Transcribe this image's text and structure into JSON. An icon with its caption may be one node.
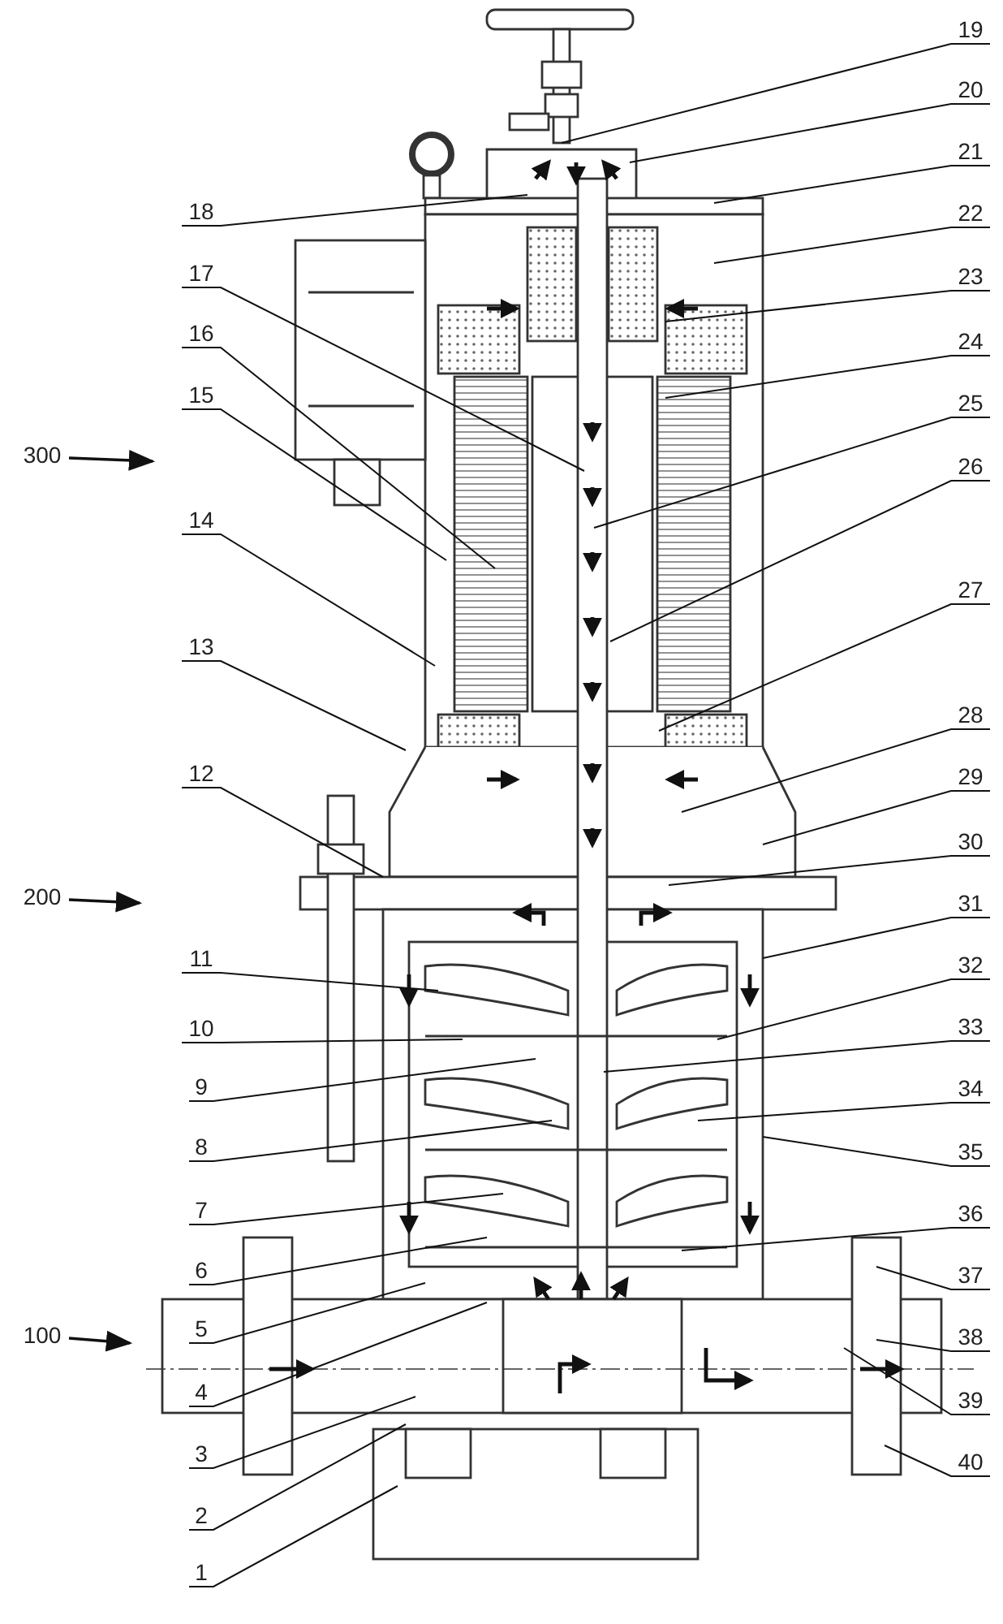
{
  "diagram": {
    "nodes": [
      {
        "text": [
          "1"
        ]
      },
      {
        "text": [
          "2"
        ]
      },
      {
        "text": [
          "3"
        ]
      },
      {
        "text": [
          "4"
        ]
      },
      {
        "text": [
          "5"
        ]
      },
      {
        "text": [
          "6"
        ]
      },
      {
        "text": [
          "7"
        ]
      },
      {
        "text": [
          "8"
        ]
      },
      {
        "text": [
          "9"
        ]
      },
      {
        "text": [
          "10"
        ]
      },
      {
        "text": [
          "11"
        ]
      },
      {
        "text": [
          "12"
        ]
      },
      {
        "text": [
          "13"
        ]
      },
      {
        "text": [
          "14"
        ]
      },
      {
        "text": [
          "15"
        ]
      },
      {
        "text": [
          "16"
        ]
      },
      {
        "text": [
          "17"
        ]
      },
      {
        "text": [
          "18"
        ]
      },
      {
        "text": [
          "19"
        ]
      },
      {
        "text": [
          "20"
        ]
      },
      {
        "text": [
          "21"
        ]
      },
      {
        "text": [
          "22"
        ]
      },
      {
        "text": [
          "23"
        ]
      },
      {
        "text": [
          "24"
        ]
      },
      {
        "text": [
          "25"
        ]
      },
      {
        "text": [
          "26"
        ]
      },
      {
        "text": [
          "27"
        ]
      },
      {
        "text": [
          "28"
        ]
      },
      {
        "text": [
          "29"
        ]
      },
      {
        "text": [
          "30"
        ]
      },
      {
        "text": [
          "31"
        ]
      },
      {
        "text": [
          "32"
        ]
      },
      {
        "text": [
          "33"
        ]
      },
      {
        "text": [
          "34"
        ]
      },
      {
        "text": [
          "35"
        ]
      },
      {
        "text": [
          "36"
        ]
      },
      {
        "text": [
          "37"
        ]
      },
      {
        "text": [
          "38"
        ]
      },
      {
        "text": [
          "39"
        ]
      },
      {
        "text": [
          "40"
        ]
      },
      {
        "text": [
          "100"
        ]
      },
      {
        "text": [
          "200"
        ]
      },
      {
        "text": [
          "300"
        ]
      }
    ],
    "edges": [
      {
        "from": 0,
        "to": null,
        "arrow": "none"
      },
      {
        "from": 1,
        "to": null,
        "arrow": "none"
      },
      {
        "from": 2,
        "to": null,
        "arrow": "none"
      },
      {
        "from": 3,
        "to": null,
        "arrow": "none"
      },
      {
        "from": 4,
        "to": null,
        "arrow": "none"
      },
      {
        "from": 5,
        "to": null,
        "arrow": "none"
      },
      {
        "from": 6,
        "to": null,
        "arrow": "none"
      },
      {
        "from": 7,
        "to": null,
        "arrow": "none"
      },
      {
        "from": 8,
        "to": null,
        "arrow": "none"
      },
      {
        "from": 9,
        "to": null,
        "arrow": "none"
      },
      {
        "from": 10,
        "to": null,
        "arrow": "none"
      },
      {
        "from": 11,
        "to": null,
        "arrow": "none"
      },
      {
        "from": 12,
        "to": null,
        "arrow": "none"
      },
      {
        "from": 13,
        "to": null,
        "arrow": "none"
      },
      {
        "from": 14,
        "to": null,
        "arrow": "none"
      },
      {
        "from": 15,
        "to": null,
        "arrow": "none"
      },
      {
        "from": 16,
        "to": null,
        "arrow": "none"
      },
      {
        "from": 17,
        "to": null,
        "arrow": "none"
      },
      {
        "from": 18,
        "to": null,
        "arrow": "none"
      },
      {
        "from": 19,
        "to": null,
        "arrow": "none"
      },
      {
        "from": 20,
        "to": null,
        "arrow": "none"
      },
      {
        "from": 21,
        "to": null,
        "arrow": "none"
      },
      {
        "from": 22,
        "to": null,
        "arrow": "none"
      },
      {
        "from": 23,
        "to": null,
        "arrow": "none"
      },
      {
        "from": 24,
        "to": null,
        "arrow": "none"
      },
      {
        "from": 25,
        "to": null,
        "arrow": "none"
      },
      {
        "from": 26,
        "to": null,
        "arrow": "none"
      },
      {
        "from": 27,
        "to": null,
        "arrow": "none"
      },
      {
        "from": 28,
        "to": null,
        "arrow": "none"
      },
      {
        "from": 29,
        "to": null,
        "arrow": "none"
      },
      {
        "from": 30,
        "to": null,
        "arrow": "none"
      },
      {
        "from": 31,
        "to": null,
        "arrow": "none"
      },
      {
        "from": 32,
        "to": null,
        "arrow": "none"
      },
      {
        "from": 33,
        "to": null,
        "arrow": "none"
      },
      {
        "from": 34,
        "to": null,
        "arrow": "none"
      },
      {
        "from": 35,
        "to": null,
        "arrow": "none"
      },
      {
        "from": 36,
        "to": null,
        "arrow": "none"
      },
      {
        "from": 37,
        "to": null,
        "arrow": "none"
      },
      {
        "from": 38,
        "to": null,
        "arrow": "none"
      },
      {
        "from": 39,
        "to": null,
        "arrow": "none"
      },
      {
        "from": 40,
        "to": null,
        "arrow": "to"
      },
      {
        "from": 41,
        "to": null,
        "arrow": "to"
      },
      {
        "from": 42,
        "to": null,
        "arrow": "to"
      }
    ]
  }
}
